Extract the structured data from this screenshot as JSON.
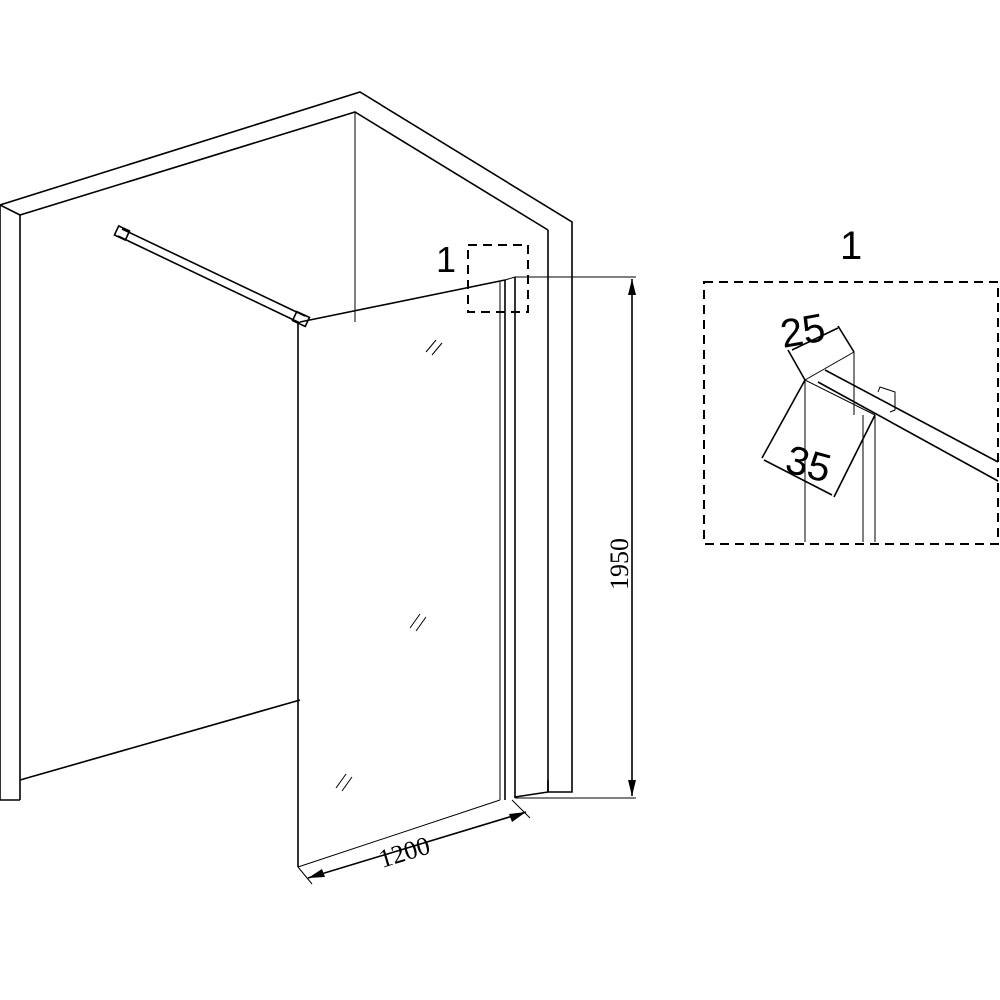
{
  "diagram": {
    "dimensions": {
      "height": "1950",
      "width": "1200",
      "profile_width": "25",
      "profile_depth": "35"
    },
    "callout_label": "1",
    "detail_title": "1",
    "colors": {
      "line": "#000000",
      "background": "#ffffff"
    }
  }
}
